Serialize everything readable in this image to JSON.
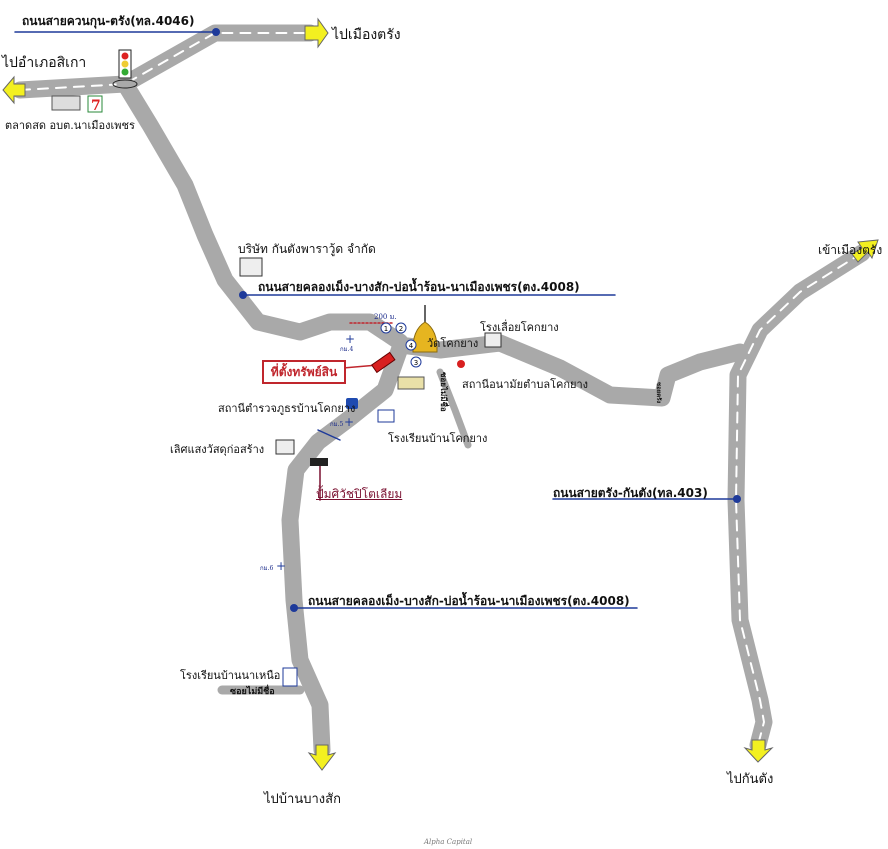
{
  "roads": {
    "top_route": "ถนนสายควนกุน-ตรัง(ทล.4046)",
    "route_4008_upper": "ถนนสายคลองเม็ง-บางสัก-บ่อน้ำร้อน-นาเมืองเพชร(ตง.4008)",
    "route_4008_lower": "ถนนสายคลองเม็ง-บางสัก-บ่อน้ำร้อน-นาเมืองเพชร(ตง.4008)",
    "route_403": "ถนนสายตรัง-กันตัง(ทล.403)"
  },
  "directions": {
    "to_trang_city_top": "ไปเมืองตรัง",
    "to_sikao": "ไปอำเภอสิเกา",
    "into_trang_city": "เข้าเมืองตรัง",
    "to_kantang": "ไปกันตัง",
    "to_ban_bang_sak": "ไปบ้านบางสัก"
  },
  "landmarks": {
    "market": "ตลาดสด อบต.นาเมืองเพชร",
    "company": "บริษัท กันตังพาราวู้ด จำกัด",
    "temple": "วัดโคกยาง",
    "sawmill": "โรงเลื่อยโคกยาง",
    "health_station": "สถานีอนามัยตำบลโคกยาง",
    "police": "สถานีตำรวจภูธรบ้านโคกยาง",
    "school_khok_yang": "โรงเรียนบ้านโคกยาง",
    "construction_store": "เลิศแสงวัสดุก่อสร้าง",
    "gas_station": "ปั้มศิวัชปิโตเลียม",
    "school_na_nuea": "โรงเรียนบ้านนาเหนือ",
    "soi_unnamed": "ซอยไม่มีชื่อ",
    "soi_side": "ซอยไม่มีชื่อ",
    "soi_trang": "ซอยตรัง"
  },
  "property_label": "ที่ตั้งทรัพย์สิน",
  "distance_label": "200 ม.",
  "markers": [
    "1",
    "2",
    "3",
    "4"
  ],
  "km_markers": {
    "km4": "กม.4",
    "km5": "กม.5",
    "km6": "กม.6"
  },
  "credit": "Alpha Capital",
  "colors": {
    "road": "#a9a9a9",
    "arrow": "#f3f020",
    "accent_blue": "#1e3a9a",
    "property_red": "#c0262d"
  }
}
